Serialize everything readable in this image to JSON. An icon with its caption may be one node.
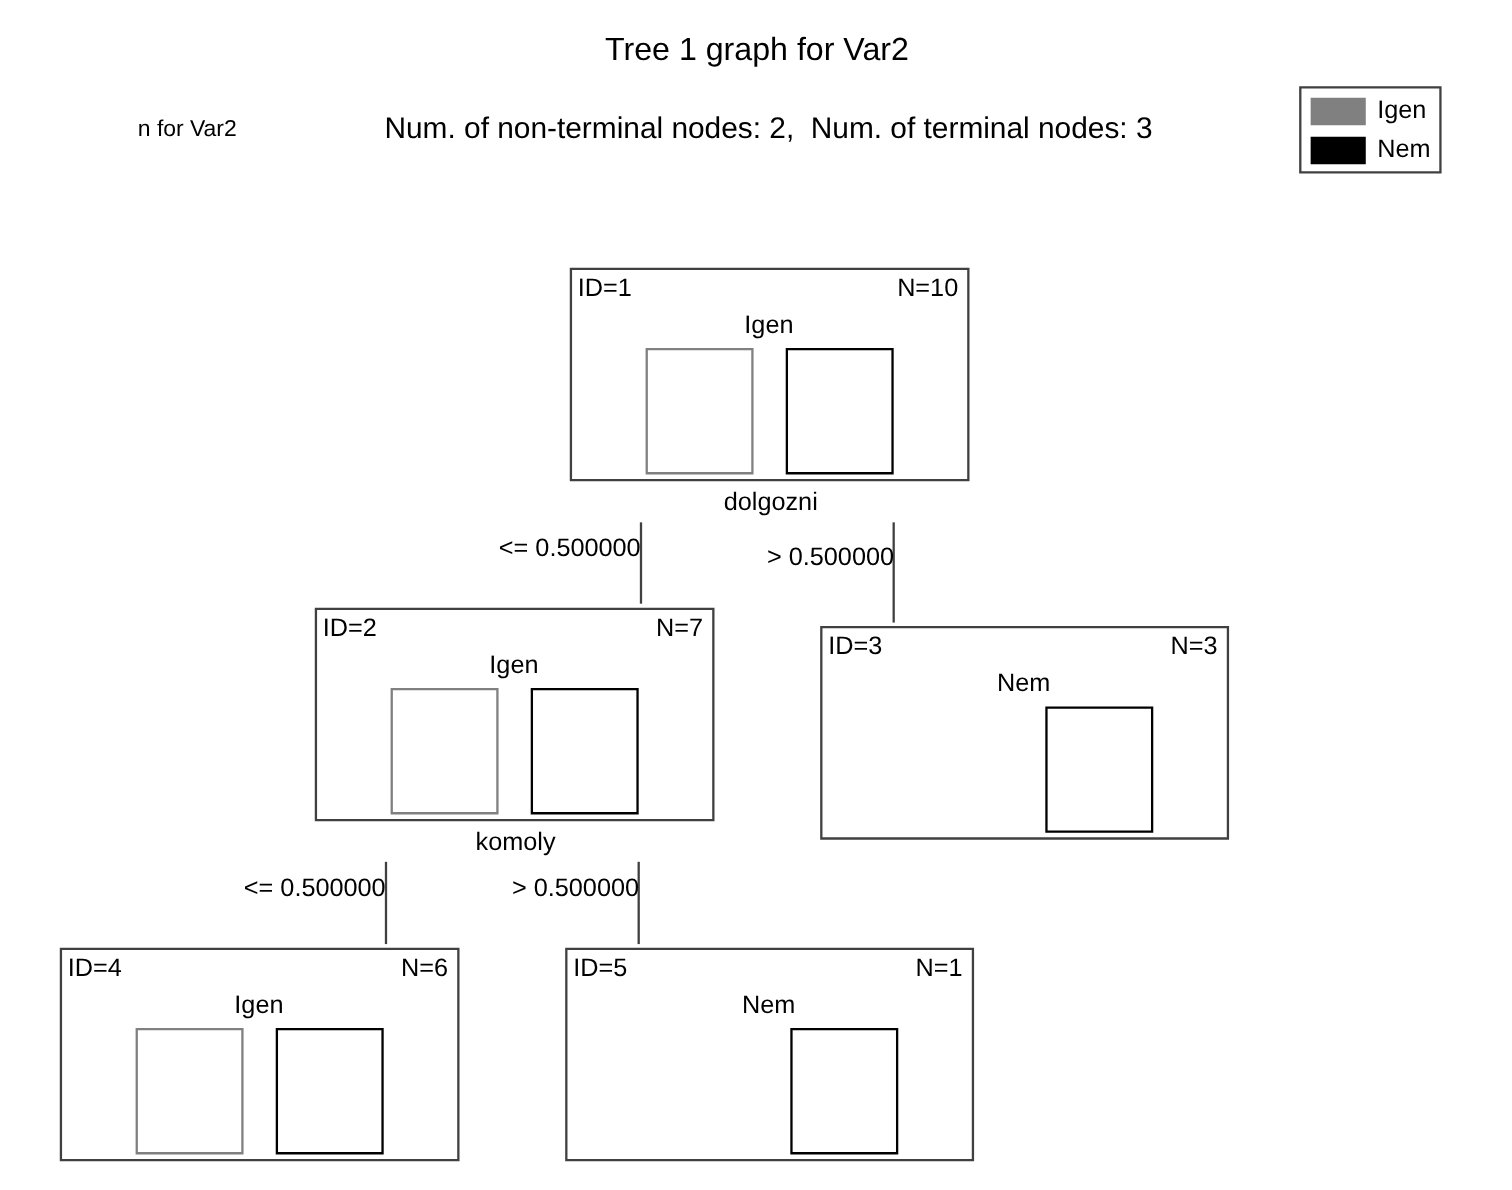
{
  "diagram": {
    "title": "Tree 1 graph for Var2",
    "nodes": [
      {
        "text": [
          "ID=1",
          "N=10",
          "Igen"
        ],
        "beside": [
          "dolgozni"
        ]
      },
      {
        "text": [
          "ID=2",
          "N=7",
          "Igen"
        ],
        "beside": [
          "komoly"
        ]
      },
      {
        "text": [
          "ID=3",
          "N=3",
          "Nem"
        ]
      },
      {
        "text": [
          "ID=4",
          "N=6",
          "Igen"
        ]
      },
      {
        "text": [
          "ID=5",
          "N=1",
          "Nem"
        ]
      }
    ],
    "edges": [
      {
        "from": 0,
        "to": 1,
        "arrow": "none",
        "label": "<= 0.500000"
      },
      {
        "from": 0,
        "to": 2,
        "arrow": "none",
        "label": "> 0.500000"
      },
      {
        "from": 1,
        "to": 3,
        "arrow": "none",
        "label": "<= 0.500000"
      },
      {
        "from": 1,
        "to": 4,
        "arrow": "none",
        "label": "> 0.500000"
      }
    ],
    "labels": [
      "n for Var2",
      "Num. of non-terminal nodes: 2,  Num. of terminal nodes: 3"
    ],
    "legend": [
      {
        "text": "Igen"
      },
      {
        "text": "Nem"
      }
    ]
  }
}
